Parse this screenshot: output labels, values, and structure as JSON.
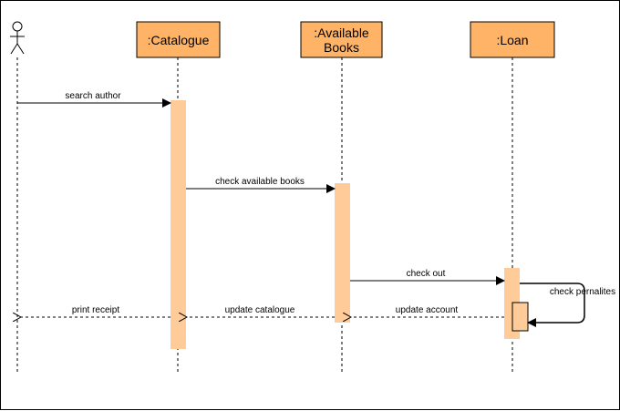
{
  "diagram": {
    "type": "sequence",
    "actor": {
      "label": ""
    },
    "lifelines": [
      {
        "title": ":Catalogue"
      },
      {
        "title_line1": ":Available",
        "title_line2": "Books"
      },
      {
        "title": ":Loan"
      }
    ],
    "messages": [
      {
        "label": "search author",
        "from": "actor",
        "to": ":Catalogue",
        "kind": "sync"
      },
      {
        "label": "check available books",
        "from": ":Catalogue",
        "to": ":Available Books",
        "kind": "sync"
      },
      {
        "label": "check out",
        "from": ":Available Books",
        "to": ":Loan",
        "kind": "sync"
      },
      {
        "label": "check pernalites",
        "from": ":Loan",
        "to": ":Loan",
        "kind": "self"
      },
      {
        "label": "update account",
        "from": ":Loan",
        "to": ":Available Books",
        "kind": "return"
      },
      {
        "label": "update catalogue",
        "from": ":Available Books",
        "to": ":Catalogue",
        "kind": "return"
      },
      {
        "label": "print receipt",
        "from": ":Catalogue",
        "to": "actor",
        "kind": "return"
      }
    ],
    "colors": {
      "header_fill": "#FFB366",
      "activation_fill": "#FFCC99",
      "line": "#000000"
    }
  }
}
